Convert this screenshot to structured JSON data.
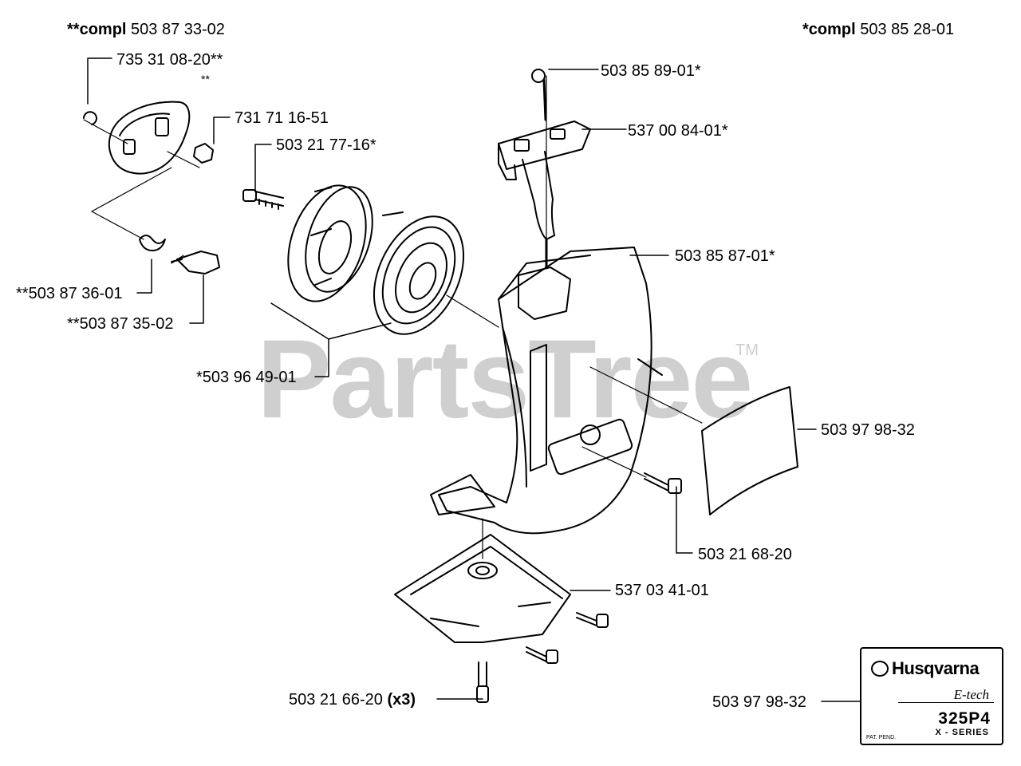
{
  "header": {
    "left_prefix": "**compl",
    "left_number": "503 87 33-02",
    "right_prefix": "*compl",
    "right_number": "503 85 28-01"
  },
  "watermark": {
    "text": "PartsTree",
    "mark": "TM"
  },
  "parts": [
    {
      "id": "p1",
      "text": "735 31 08-20**"
    },
    {
      "id": "p1b",
      "text": "**"
    },
    {
      "id": "p2",
      "text": "731 71 16-51"
    },
    {
      "id": "p3",
      "text": "503 21 77-16*"
    },
    {
      "id": "p4",
      "text": "**503 87 36-01"
    },
    {
      "id": "p5",
      "text": "**503 87 35-02"
    },
    {
      "id": "p6",
      "text": "*503 96 49-01"
    },
    {
      "id": "p7",
      "text": "503 85 89-01*"
    },
    {
      "id": "p8",
      "text": "537 00 84-01*"
    },
    {
      "id": "p9",
      "text": "503 85 87-01*"
    },
    {
      "id": "p10",
      "text": "503 97 98-32"
    },
    {
      "id": "p11",
      "text": "503 21 68-20"
    },
    {
      "id": "p12",
      "text": "537 03 41-01"
    },
    {
      "id": "p13",
      "text": "503 21 66-20",
      "suffix": "(x3)"
    },
    {
      "id": "p14",
      "text": "503 97 98-32"
    }
  ],
  "decal": {
    "brand": "Husqvarna",
    "tagline": "E-tech",
    "model": "325P4",
    "series": "X - SERIES",
    "patent": "PAT. PEND."
  }
}
